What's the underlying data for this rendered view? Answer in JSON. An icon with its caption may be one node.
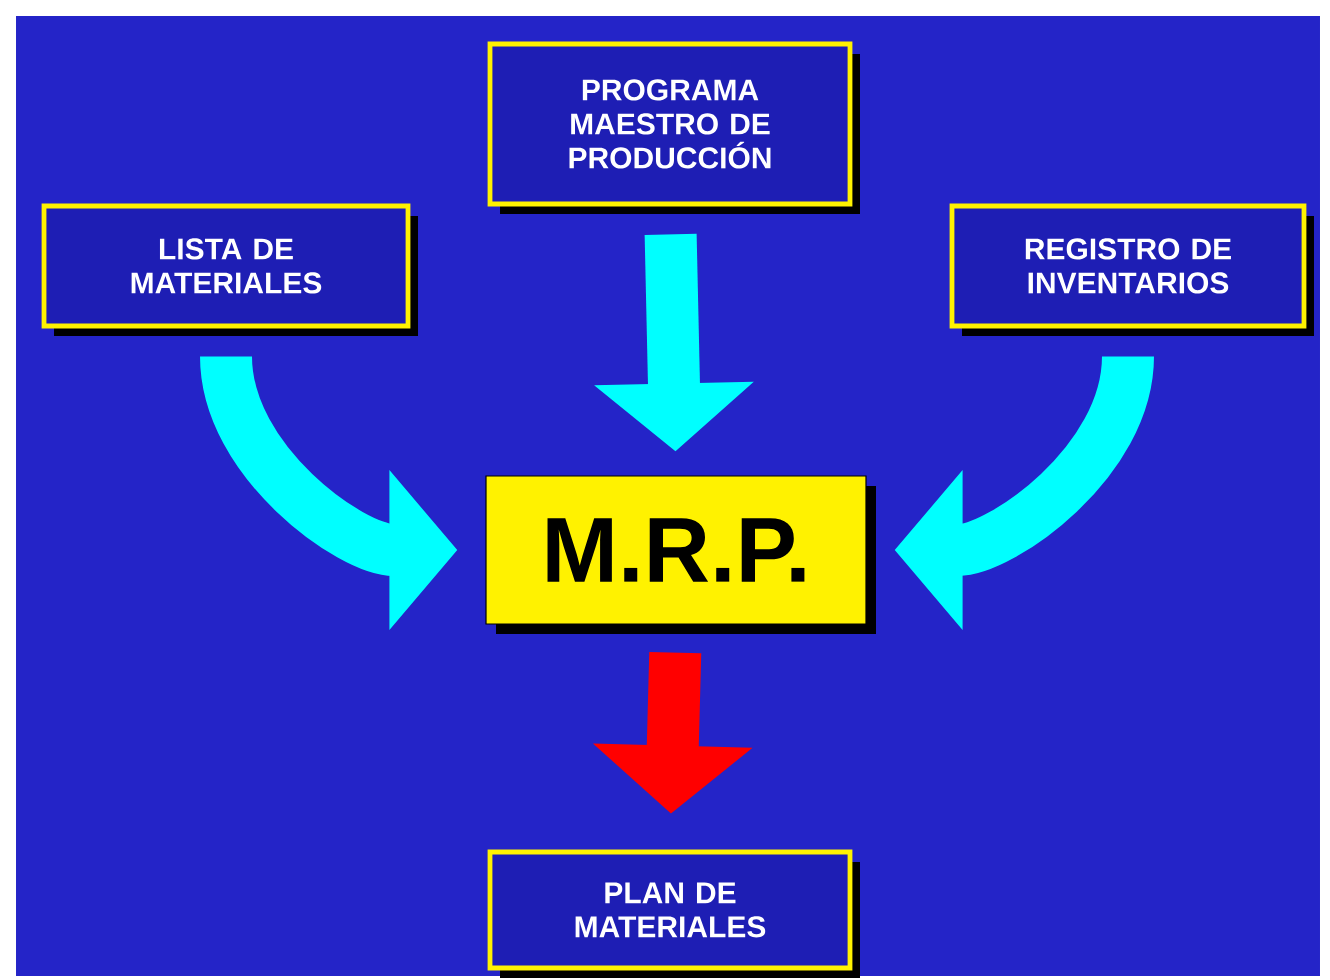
{
  "diagram": {
    "nodes": [
      {
        "text": [
          "PROGRAMA MAESTRO DE PRODUCCIÓN"
        ]
      },
      {
        "text": [
          "LISTA DE MATERIALES"
        ]
      },
      {
        "text": [
          "REGISTRO DE INVENTARIOS"
        ]
      },
      {
        "text": [
          "M.R.P."
        ]
      },
      {
        "text": [
          "PLAN DE MATERIALES"
        ]
      }
    ],
    "edges": [
      {
        "from": 1,
        "to": 3,
        "arrow": "to"
      },
      {
        "from": 0,
        "to": 3,
        "arrow": "to"
      },
      {
        "from": 2,
        "to": 3,
        "arrow": "to"
      },
      {
        "from": 3,
        "to": 4,
        "arrow": "to",
        "color": "#ff0000"
      }
    ]
  }
}
